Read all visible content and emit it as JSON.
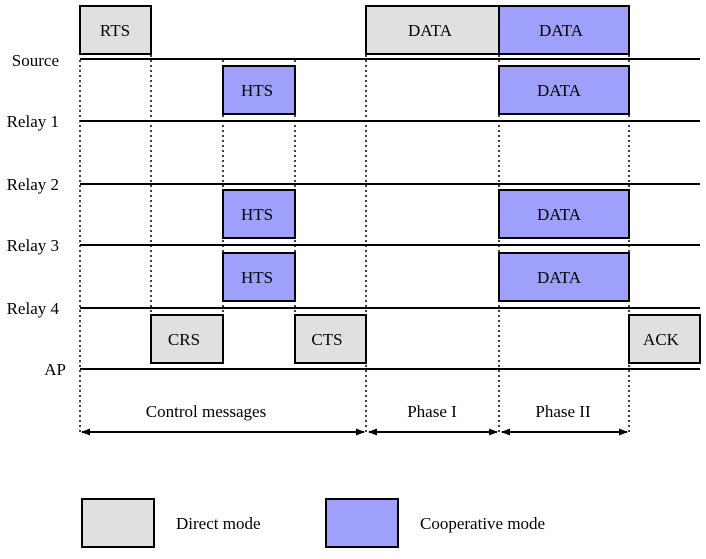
{
  "colors": {
    "direct": "#e0e0e0",
    "cooperative": "#9f9ffc",
    "line": "#000000"
  },
  "rows": {
    "source": "Source",
    "relay1": "Relay 1",
    "relay2": "Relay 2",
    "relay3": "Relay 3",
    "relay4": "Relay 4",
    "ap": "AP"
  },
  "packets": {
    "rts": "RTS",
    "data_direct": "DATA",
    "data_coop_source": "DATA",
    "hts_relay1": "HTS",
    "data_relay1": "DATA",
    "hts_relay3": "HTS",
    "data_relay3": "DATA",
    "hts_relay4": "HTS",
    "data_relay4": "DATA",
    "crs": "CRS",
    "cts": "CTS",
    "ack": "ACK"
  },
  "spans": {
    "control": "Control messages",
    "phase1": "Phase I",
    "phase2": "Phase II"
  },
  "legend": {
    "direct": "Direct mode",
    "cooperative": "Cooperative mode"
  }
}
